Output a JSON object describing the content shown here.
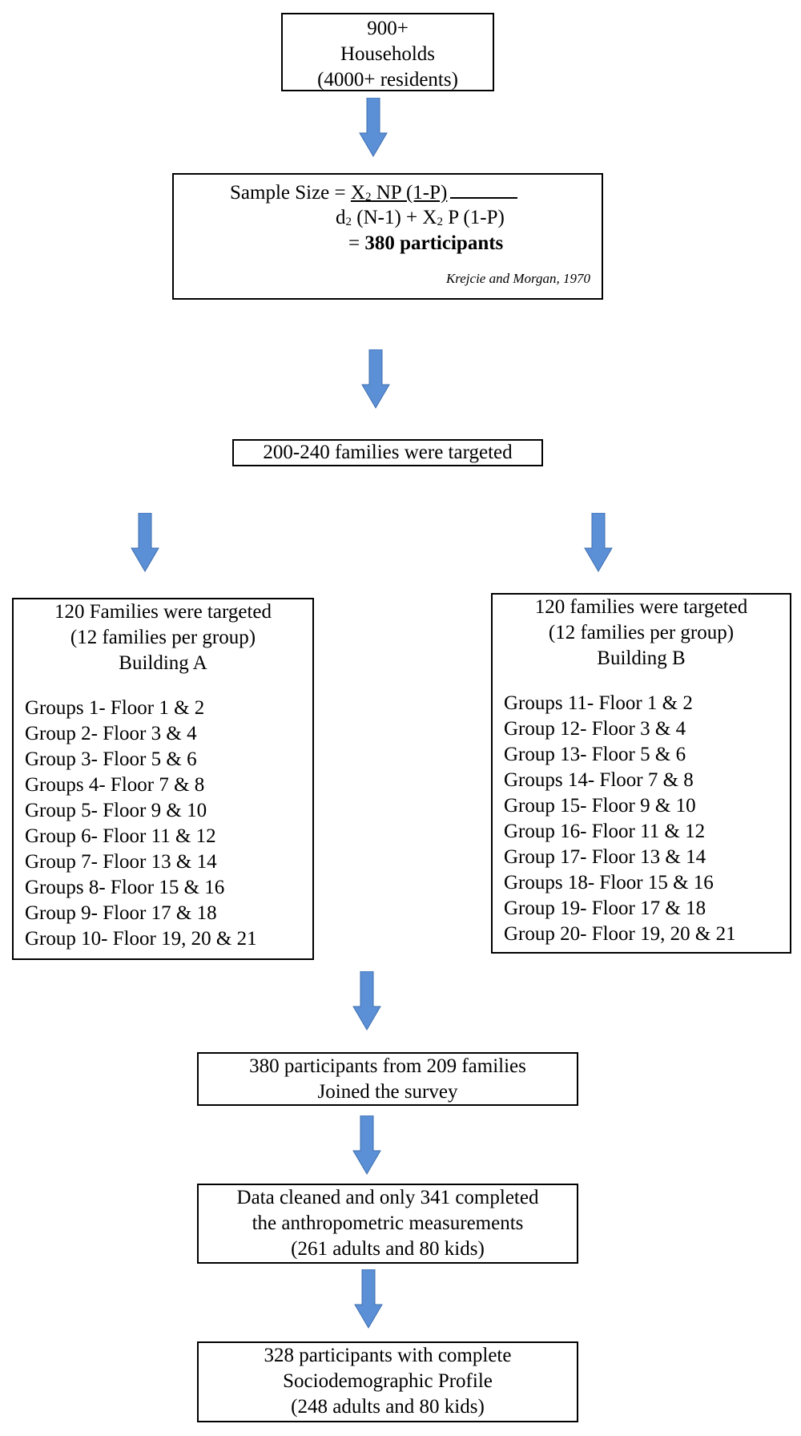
{
  "households_box": {
    "lines": [
      "900+",
      "Households",
      "(4000+ residents)"
    ]
  },
  "sample_size_box": {
    "label": "Sample Size = ",
    "numerator_a": "X",
    "numerator_a_sub": "2",
    "numerator_b": " NP (1-P)",
    "denominator_a": "d",
    "denominator_a_sub": "2",
    "denominator_b": " (N-1) + X",
    "denominator_b_sub": "2",
    "denominator_c": " P (1-P)",
    "result_prefix": "= ",
    "result": "380 participants",
    "citation": "Krejcie and Morgan, 1970"
  },
  "targeted_box": {
    "text": "200-240 families were targeted"
  },
  "building_a": {
    "header": [
      "120 Families were targeted",
      "(12 families per group)",
      "Building A"
    ],
    "groups": [
      "Groups 1- Floor 1 & 2",
      "Group 2- Floor 3 & 4",
      "Group 3- Floor 5 & 6",
      "Groups 4- Floor 7 & 8",
      "Group 5- Floor 9 & 10",
      "Group 6- Floor 11 & 12",
      "Group 7- Floor 13 & 14",
      "Groups 8- Floor 15 & 16",
      "Group 9- Floor 17 & 18",
      "Group 10- Floor 19, 20 & 21"
    ]
  },
  "building_b": {
    "header": [
      "120 families were targeted",
      "(12 families per group)",
      "Building B"
    ],
    "groups": [
      "Groups 11- Floor 1 & 2",
      "Group 12- Floor 3 & 4",
      "Group 13- Floor 5 & 6",
      "Groups 14- Floor 7 & 8",
      "Group 15- Floor 9 & 10",
      "Group 16- Floor 11 & 12",
      "Group 17- Floor 13 & 14",
      "Groups 18- Floor 15 & 16",
      "Group 19- Floor 17 & 18",
      "Group 20- Floor 19, 20 & 21"
    ]
  },
  "joined_box": {
    "lines": [
      "380 participants from 209 families",
      "Joined the survey"
    ]
  },
  "cleaned_box": {
    "lines": [
      "Data cleaned and only 341 completed",
      "the anthropometric measurements",
      "(261 adults and 80 kids)"
    ]
  },
  "final_box": {
    "lines": [
      "328 participants with complete",
      "Sociodemographic Profile",
      "(248 adults and 80 kids)"
    ]
  },
  "colors": {
    "arrow_fill": "#5b8fd6",
    "arrow_stroke": "#3f6fae",
    "border": "#000000"
  }
}
